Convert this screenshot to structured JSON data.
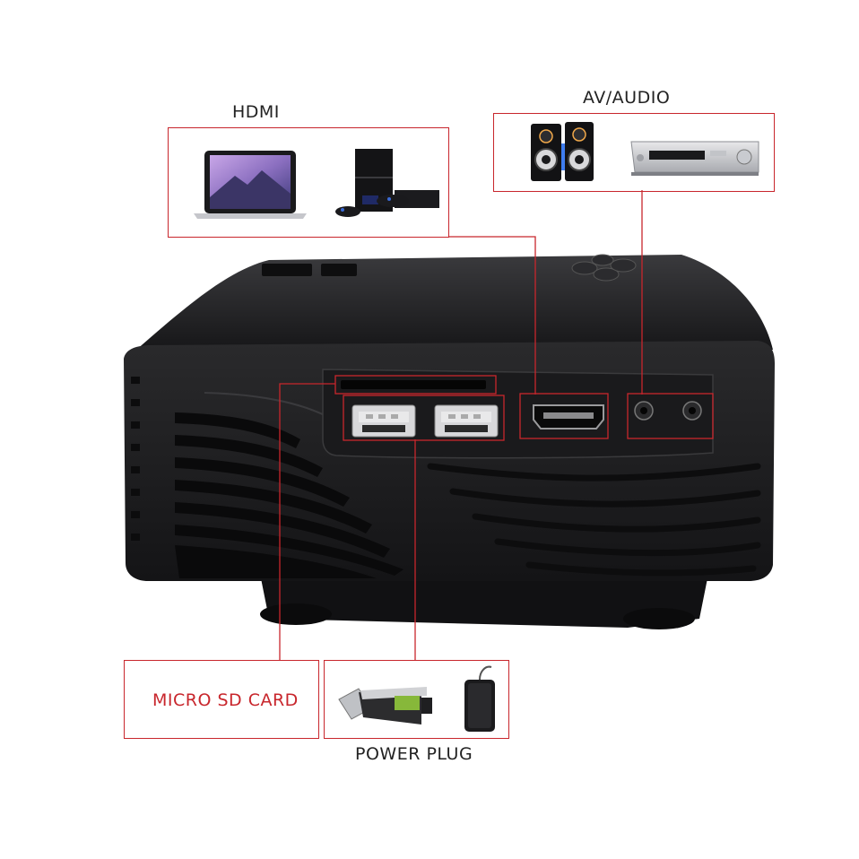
{
  "labels": {
    "hdmi": "HDMI",
    "av_audio": "AV/AUDIO",
    "micro_sd": "MICRO SD CARD",
    "power_plug": "POWER PLUG"
  },
  "colors": {
    "callout_red": "#c8262c",
    "projector_body": "#1c1c1e",
    "background": "#ffffff"
  },
  "icons": {
    "hdmi_devices": [
      "laptop-icon",
      "game-console-icon"
    ],
    "av_devices": [
      "speakers-icon",
      "av-receiver-icon"
    ],
    "usb_devices": [
      "usb-flash-drive-icon",
      "power-bank-icon"
    ],
    "ports": [
      "sd-card-slot",
      "usb-port-1",
      "usb-port-2",
      "hdmi-port",
      "av-jack",
      "audio-jack"
    ]
  }
}
